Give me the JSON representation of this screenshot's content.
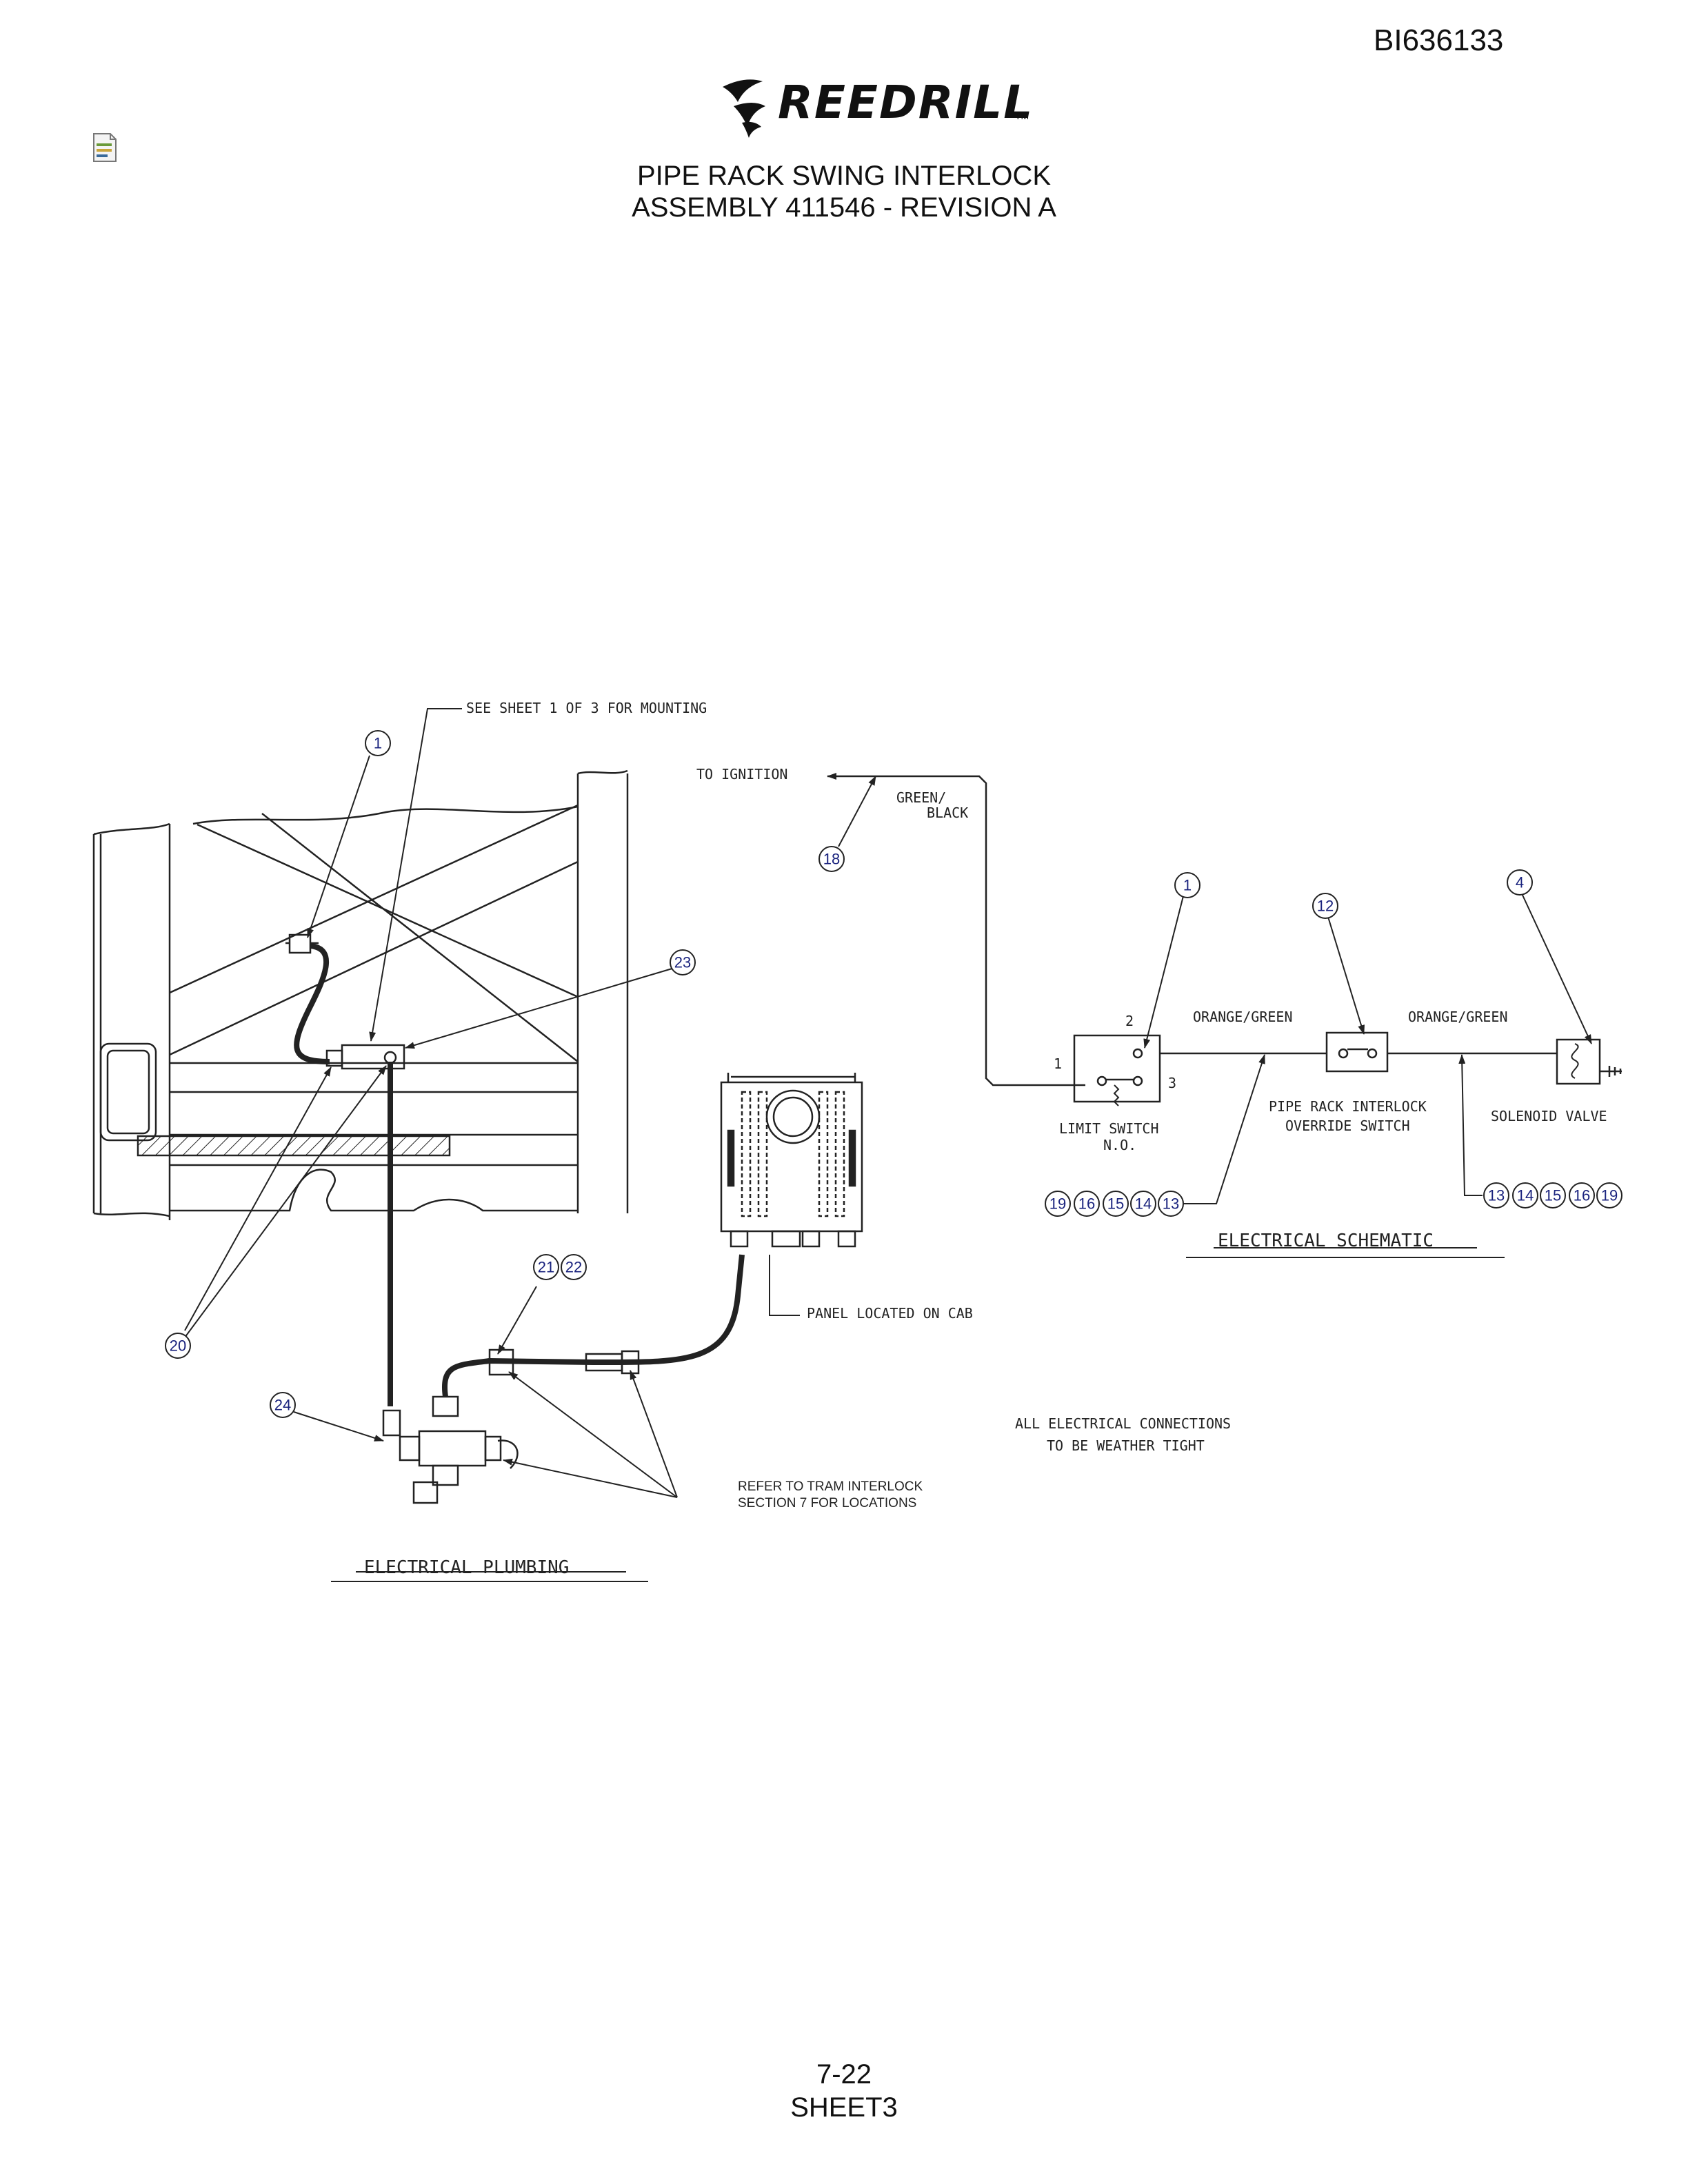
{
  "document": {
    "id": "BI636133",
    "brand": "REEDRILL",
    "brand_tm": "TM",
    "title_line1": "PIPE RACK SWING INTERLOCK",
    "title_line2": "ASSEMBLY 411546 - REVISION A",
    "page_number": "7-22",
    "sheet": "SHEET3"
  },
  "plumbing": {
    "note_mounting": "SEE SHEET 1 OF 3 FOR MOUNTING",
    "note_panel": "PANEL LOCATED ON CAB",
    "note_refer_1": "REFER TO TRAM INTERLOCK",
    "note_refer_2": "SECTION 7 FOR LOCATIONS",
    "section_title": "ELECTRICAL PLUMBING",
    "balloons": [
      "1",
      "23",
      "20",
      "21",
      "22",
      "24"
    ]
  },
  "schematic": {
    "to_ignition": "TO IGNITION",
    "wire_green_black_1": "GREEN/",
    "wire_green_black_2": "BLACK",
    "wire_orange_green_left": "ORANGE/GREEN",
    "wire_orange_green_right": "ORANGE/GREEN",
    "terminal_1": "1",
    "terminal_2": "2",
    "terminal_3": "3",
    "limit_switch_1": "LIMIT SWITCH",
    "limit_switch_2": "N.O.",
    "override_1": "PIPE RACK INTERLOCK",
    "override_2": "OVERRIDE SWITCH",
    "solenoid": "SOLENOID VALVE",
    "section_title": "ELECTRICAL SCHEMATIC",
    "note_weather_1": "ALL ELECTRICAL CONNECTIONS",
    "note_weather_2": "TO BE WEATHER TIGHT",
    "balloons_top": [
      "18",
      "1",
      "12",
      "4"
    ],
    "balloons_left_group": [
      "19",
      "16",
      "15",
      "14",
      "13"
    ],
    "balloons_right_group": [
      "13",
      "14",
      "15",
      "16",
      "19"
    ]
  },
  "colors": {
    "line": "#222222",
    "balloon_text": "#1a237e"
  }
}
